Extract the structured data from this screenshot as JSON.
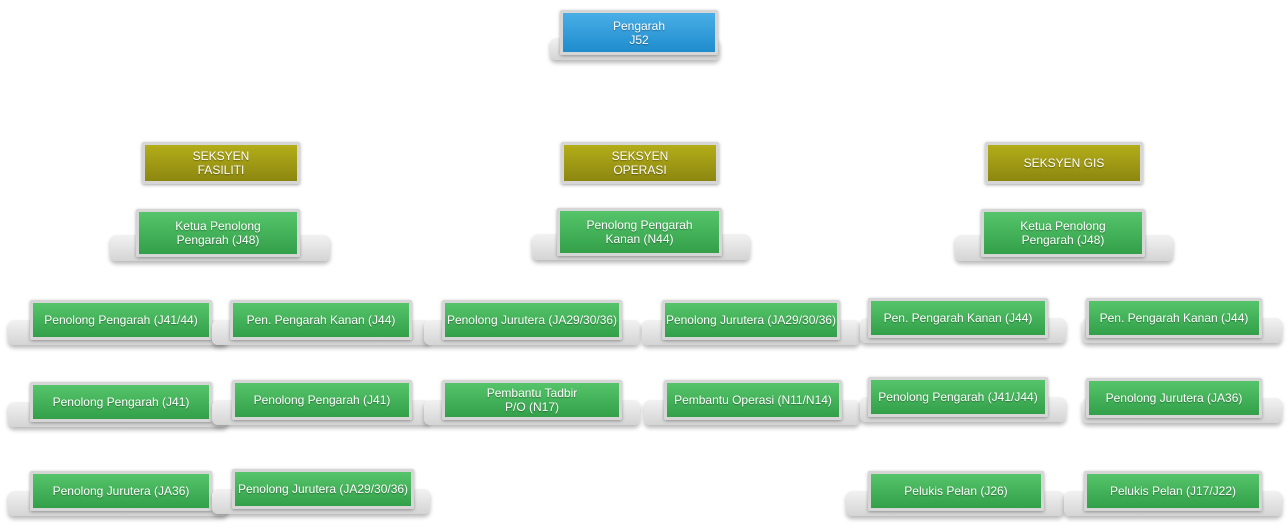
{
  "chart": {
    "root": {
      "name": "Pengarah",
      "grade": "J52",
      "color": "#2a98d6"
    },
    "colors": {
      "section": "#a19c15",
      "staff": "#3fae56",
      "tray": "#dedede"
    },
    "sections": [
      {
        "title": "SEKSYEN\nFASILITI",
        "head": "Ketua Penolong\nPengarah (J48)",
        "staff": [
          "Penolong Pengarah (J41/44)",
          "Pen. Pengarah Kanan (J44)",
          "Penolong Pengarah (J41)",
          "Penolong Pengarah (J41)",
          "Penolong Jurutera (JA36)",
          "Penolong Jurutera (JA29/30/36)"
        ]
      },
      {
        "title": "SEKSYEN\nOPERASI",
        "head": "Penolong Pengarah\nKanan (N44)",
        "staff": [
          "Penolong Jurutera (JA29/30/36)",
          "Penolong Jurutera (JA29/30/36)",
          "Pembantu Tadbir\nP/O (N17)",
          "Pembantu Operasi (N11/N14)"
        ]
      },
      {
        "title": "SEKSYEN GIS",
        "head": "Ketua Penolong\nPengarah (J48)",
        "staff": [
          "Pen. Pengarah Kanan (J44)",
          "Pen. Pengarah Kanan (J44)",
          "Penolong Pengarah (J41/J44)",
          "Penolong Jurutera (JA36)",
          "Pelukis Pelan (J26)",
          "Pelukis Pelan (J17/J22)"
        ]
      }
    ]
  }
}
